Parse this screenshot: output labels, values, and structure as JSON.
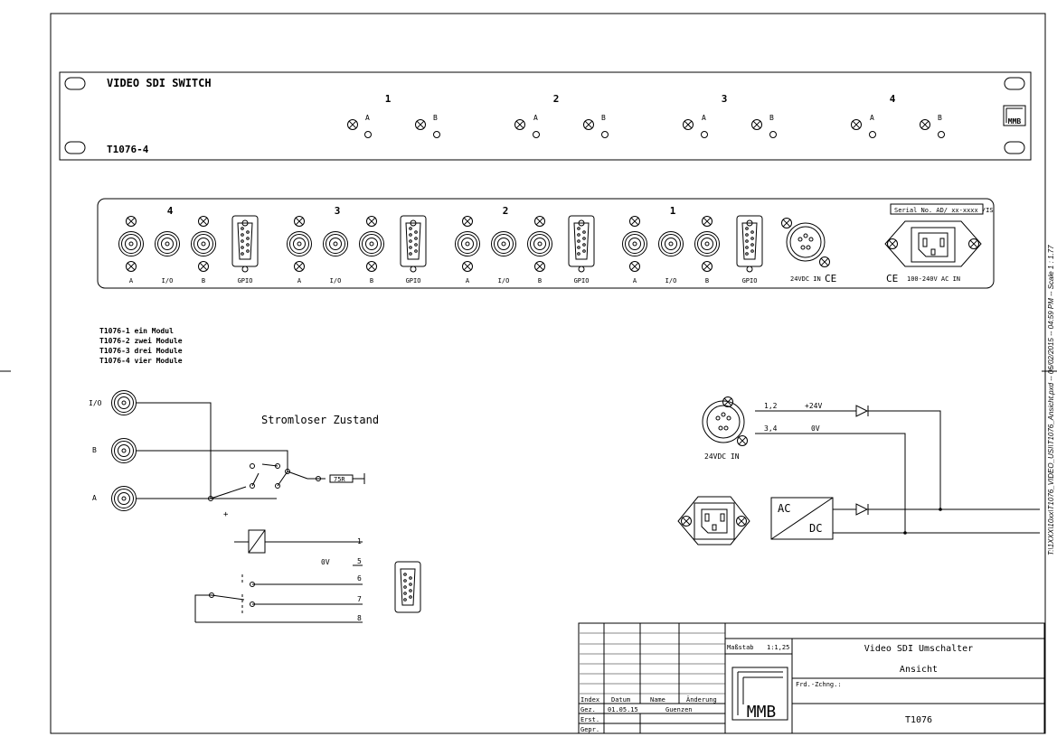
{
  "front": {
    "title": "VIDEO SDI SWITCH",
    "model": "T1076-4",
    "channels": [
      "1",
      "2",
      "3",
      "4"
    ],
    "led_a": "A",
    "led_b": "B",
    "logo": "MMB"
  },
  "rear": {
    "modules": [
      "4",
      "3",
      "2",
      "1"
    ],
    "port_a": "A",
    "port_io": "I/O",
    "port_b": "B",
    "port_gpio": "GPIO",
    "dc_label": "24VDC IN",
    "ce": "CE",
    "ac_label": "100-240V AC IN",
    "serial": "Serial No. AD/ xx-xxxx /IS"
  },
  "variants": [
    "T1076-1 ein Modul",
    "T1076-2 zwei Module",
    "T1076-3 drei Module",
    "T1076-4 vier Module"
  ],
  "schematic": {
    "io": "I/O",
    "b": "B",
    "a": "A",
    "state": "Stromloser Zustand",
    "res": "75R",
    "plus": "+",
    "zero_v": "0V",
    "pins": [
      "1",
      "5",
      "6",
      "7",
      "8"
    ]
  },
  "power": {
    "pin12": "1,2",
    "pos": "+24V",
    "pin34": "3,4",
    "neg": "0V",
    "dc_label": "24VDC IN",
    "ac": "AC",
    "dc": "DC"
  },
  "title_block": {
    "massstab_label": "Maßstab",
    "massstab_value": "1:1,25",
    "title1": "Video SDI Umschalter",
    "title2": "Ansicht",
    "frd": "Frd.-Zchng.:",
    "number": "T1076",
    "logo": "MMB",
    "headers": [
      "Index",
      "Datum",
      "Name",
      "Änderung"
    ],
    "rows": [
      {
        "label": "Gez.",
        "date": "01.05.15",
        "name": "Guenzen"
      },
      {
        "label": "Erst.",
        "date": "",
        "name": ""
      },
      {
        "label": "Gepr.",
        "date": "",
        "name": ""
      }
    ]
  },
  "filepath": "T:\\1XXX\\10xx\\T1076_VIDEO_USI\\T1076_Ansicht.pxd -- 06/02/2015 -- 04:59 PM -- Scale 1 : 1.77"
}
